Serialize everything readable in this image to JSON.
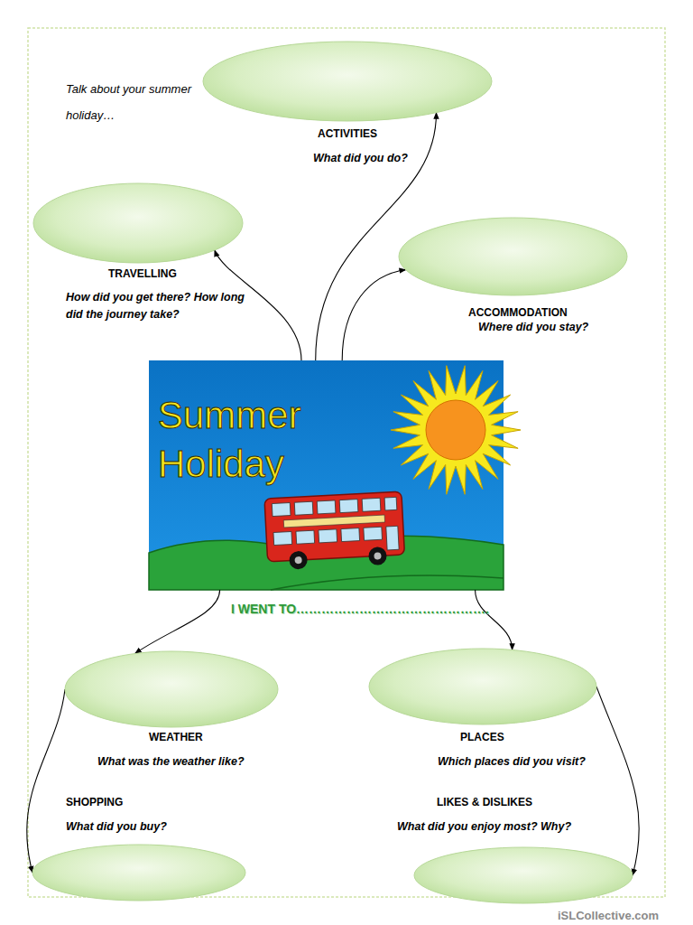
{
  "diagram": {
    "nodes": [
      {
        "text": [
          "ACTIVITIES",
          "What did you do?"
        ]
      },
      {
        "text": [
          "TRAVELLING",
          "How did you get there? How long did the journey take?"
        ]
      },
      {
        "text": [
          "ACCOMMODATION",
          "Where did you stay?"
        ]
      },
      {
        "text": [
          "Summer Holiday"
        ]
      },
      {
        "text": [
          "WEATHER",
          "What was the weather like?"
        ]
      },
      {
        "text": [
          "PLACES",
          "Which places did you visit?"
        ]
      },
      {
        "text": [
          "SHOPPING",
          "What did you buy?"
        ]
      },
      {
        "text": [
          "LIKES & DISLIKES",
          "What did you enjoy most? Why?"
        ]
      }
    ],
    "edges": [
      {
        "from": 3,
        "to": 0,
        "arrow": "to"
      },
      {
        "from": 3,
        "to": 1,
        "arrow": "to"
      },
      {
        "from": 3,
        "to": 2,
        "arrow": "to"
      },
      {
        "from": 3,
        "to": 4,
        "arrow": "to"
      },
      {
        "from": 3,
        "to": 5,
        "arrow": "to"
      },
      {
        "from": 4,
        "to": 6,
        "arrow": "to"
      },
      {
        "from": 5,
        "to": 7,
        "arrow": "to"
      }
    ],
    "labels": [
      "Talk about your summer holiday…",
      "I WENT TO……………………………………….",
      "iSLCollective.com"
    ]
  }
}
